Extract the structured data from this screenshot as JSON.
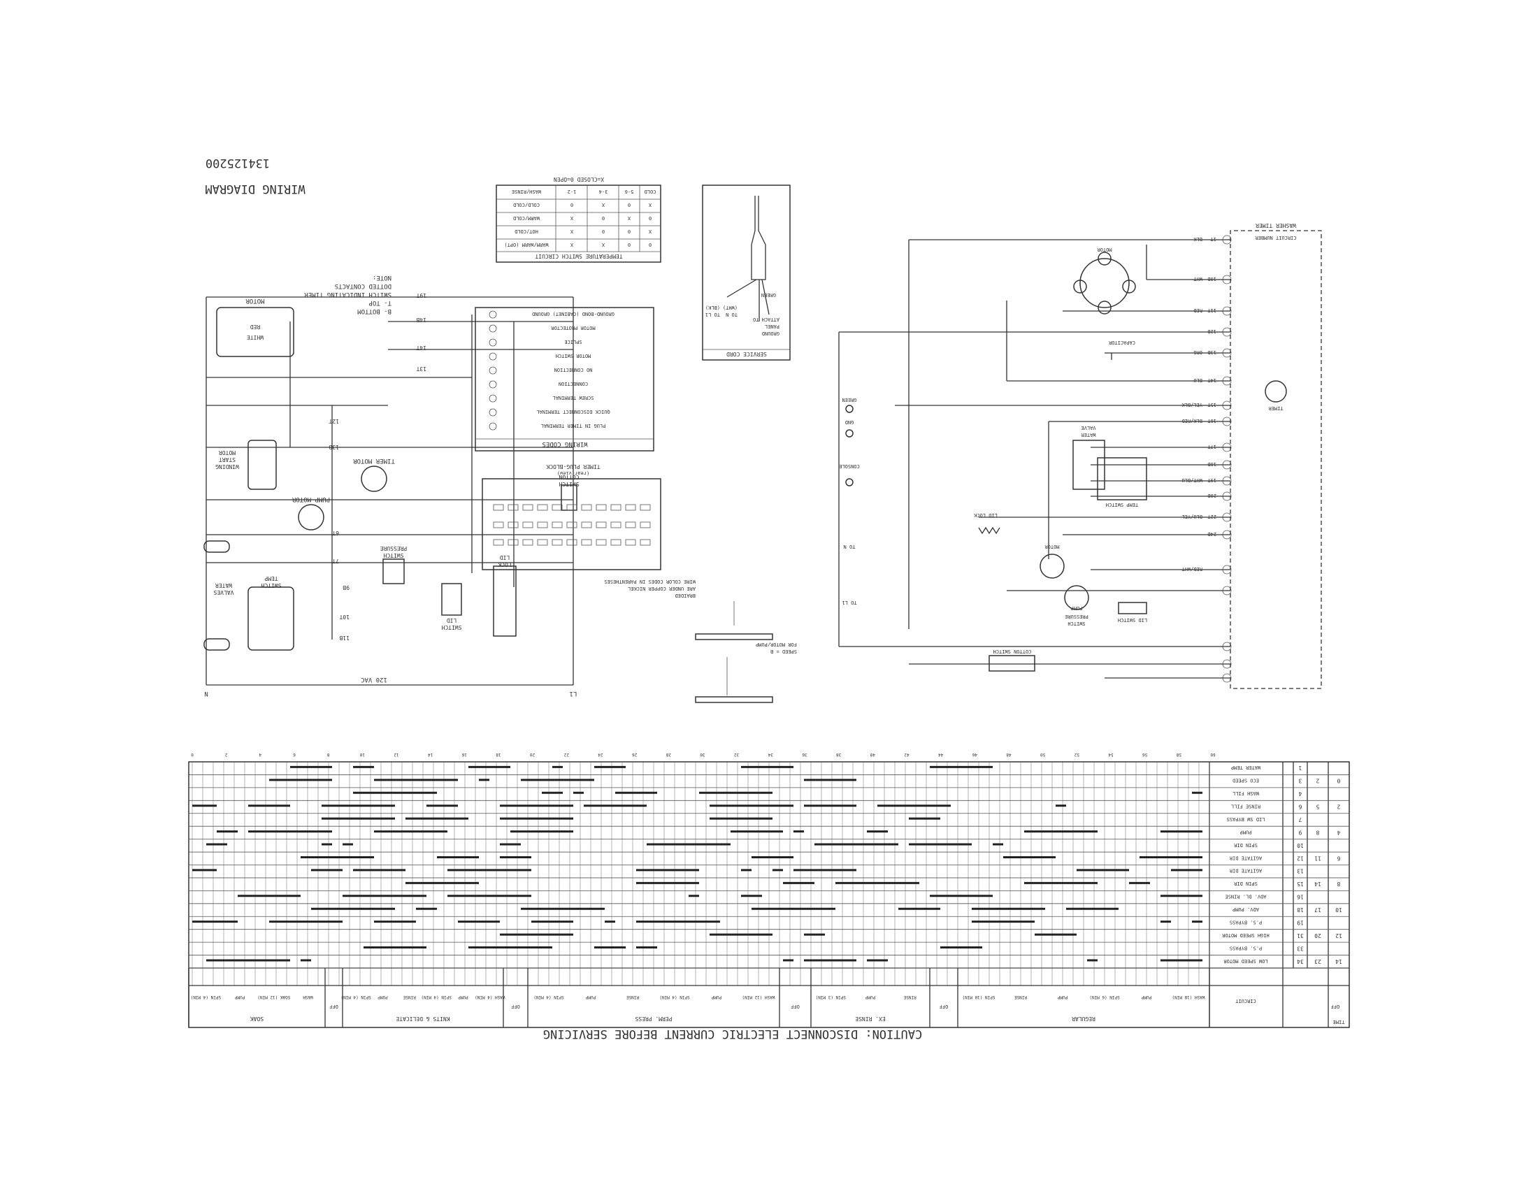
{
  "sheet": {
    "title": "WIRING DIAGRAM",
    "part_number": "134125200",
    "caution": "CAUTION: DISCONNECT ELECTRIC CURRENT BEFORE SERVICING"
  },
  "notes": {
    "header": "NOTE:",
    "lines": [
      "DOTTED CONTACTS",
      "SWITCH INDICATING TIMER",
      "T- TOP",
      "B- BOTTOM"
    ]
  },
  "left_circuit": {
    "labels": [
      "MOTOR",
      "RED",
      "WHITE",
      "MOTOR",
      "START",
      "WINDING",
      "TIMER MOTOR",
      "PUMP MOTOR",
      "WATER",
      "VALVES",
      "TEMP",
      "SWITCH",
      "PRESSURE",
      "SWITCH",
      "LID",
      "SWITCH",
      "LID",
      "LOCK",
      "COTTON",
      "SWITCH",
      "120 VAC",
      "L1",
      "N"
    ],
    "terminals": [
      "19T",
      "14B",
      "14T",
      "13T",
      "12T",
      "13B",
      "6T",
      "7T",
      "9B",
      "10T",
      "11B"
    ]
  },
  "legend_temp": {
    "title": "TEMPERATURE SWITCH CIRCUIT",
    "subtitle": "X=CLOSED   0=OPEN",
    "header": [
      "WASH/RINSE",
      "1-2",
      "3-4",
      "5-6",
      "COLD"
    ],
    "rows": [
      [
        "COLD/COLD",
        "0",
        "X",
        "0",
        "X"
      ],
      [
        "WARM/COLD",
        "X",
        "0",
        "X",
        "0"
      ],
      [
        "HOT/COLD",
        "X",
        "0",
        "0",
        "X"
      ],
      [
        "WARM/WARM (OPT)",
        "X",
        "X",
        "0",
        "0"
      ]
    ]
  },
  "legend_codes": {
    "title": "WIRING CODES",
    "items": [
      "PLUG IN TIMER TERMINAL",
      "QUICK DISCONNECT TERMINAL",
      "SCREW TERMINAL",
      "CONNECTION",
      "NO CONNECTION",
      "MOTOR SWITCH",
      "SPLICE",
      "MOTOR PROTECTOR",
      "GROUND-BOND (CABINET) GROUND"
    ]
  },
  "service_cord": {
    "title": "SERVICE CORD",
    "labels": [
      "GREEN",
      "(WHT)",
      "TO N",
      "(BLK)",
      "TO L1",
      "GROUND",
      "PANEL",
      "ATTACH TO"
    ]
  },
  "timer_plug": {
    "title": "TIMER PLUG-BLOCK",
    "subtitle": "(rear view)"
  },
  "bottom_callouts": {
    "lines": [
      "WIRE COLOR CODES IN PARENTHESES",
      "ARE UNDER COPPER NICKEL",
      "BRAIDED",
      "FOR MOTOR/PUMP",
      "SPEED = B"
    ]
  },
  "right_circuit": {
    "title": "WASHER TIMER",
    "subtitle": "CIRCUIT NUMBER",
    "labels": [
      "MOTOR",
      "CAPACITOR",
      "TIMER",
      "WATER",
      "VALVE",
      "TEMP SWITCH",
      "LID LOCK",
      "MOTOR",
      "PUMP",
      "PRESSURE",
      "SWITCH",
      "LID SWITCH",
      "COTTON SWITCH",
      "GREEN",
      "GND",
      "CONSOLE",
      "TO L1",
      "TO N",
      "BLK",
      "WHT",
      "RED",
      "ORG",
      "BLU",
      "YEL/BLK",
      "BLK/RED",
      "WHT/BLU",
      "BLU/YEL",
      "RED/WHT"
    ],
    "terminals": [
      "1T",
      "10B",
      "11T",
      "12B",
      "13B",
      "14T",
      "15T",
      "16T",
      "17T",
      "18B",
      "19T",
      "20B",
      "22T",
      "24B"
    ]
  },
  "timer_chart": {
    "row_labels": [
      [
        "14",
        "23",
        "34",
        "LOW SPEED MOTOR"
      ],
      [
        "",
        "",
        "33",
        "P.S. BYPASS"
      ],
      [
        "12",
        "20",
        "31",
        "HIGH SPEED MOTOR"
      ],
      [
        "",
        "",
        "19",
        "P.S. BYPASS"
      ],
      [
        "10",
        "17",
        "18",
        "ADV. PUMP"
      ],
      [
        "",
        "",
        "16",
        "ADV. DL. RINSE"
      ],
      [
        "8",
        "14",
        "15",
        "SPIN DIR"
      ],
      [
        "",
        "",
        "13",
        "AGITATE DIR"
      ],
      [
        "6",
        "11",
        "12",
        "AGITATE DIR"
      ],
      [
        "",
        "",
        "10",
        "SPIN DIR"
      ],
      [
        "4",
        "8",
        "9",
        "PUMP"
      ],
      [
        "",
        "",
        "7",
        "LID SW BYPASS"
      ],
      [
        "2",
        "5",
        "6",
        "RINSE FILL"
      ],
      [
        "",
        "",
        "4",
        "WASH FILL"
      ],
      [
        "0",
        "2",
        "3",
        "ECO SPEED"
      ],
      [
        "",
        "",
        "1",
        "WATER TEMP"
      ]
    ],
    "corner_label": "TIME",
    "circuit_label": "CIRCUIT",
    "cycles": [
      {
        "name": "REGULAR",
        "steps": [
          "WASH (18 MIN)",
          "PUMP",
          "SPIN (6 MIN)",
          "PUMP",
          "RINSE",
          "SPIN (10 MIN)"
        ]
      },
      {
        "name": "EX. RINSE",
        "steps": [
          "RINSE",
          "PUMP",
          "SPIN (3 MIN)"
        ]
      },
      {
        "name": "PERM. PRESS",
        "steps": [
          "WASH (12 MIN)",
          "PUMP",
          "SPIN (4 MIN)",
          "RINSE",
          "PUMP",
          "SPIN (4 MIN)"
        ]
      },
      {
        "name": "KNITS & DELICATE",
        "steps": [
          "WASH (4 MIN)",
          "PUMP",
          "SPIN (4 MIN)",
          "RINSE",
          "PUMP",
          "SPIN (4 MIN)"
        ]
      },
      {
        "name": "SOAK",
        "steps": [
          "WASH",
          "SOAK (12 MIN)",
          "PUMP",
          "SPIN (4 MIN)"
        ]
      }
    ],
    "off_label": "OFF",
    "top_ticks": [
      "0",
      "2",
      "4",
      "6",
      "8",
      "10",
      "12",
      "14",
      "16",
      "18",
      "20",
      "22",
      "24",
      "26",
      "28",
      "30",
      "32",
      "34",
      "36",
      "38",
      "40",
      "42",
      "44",
      "46",
      "48",
      "50",
      "52",
      "54",
      "56",
      "58",
      "60"
    ]
  }
}
